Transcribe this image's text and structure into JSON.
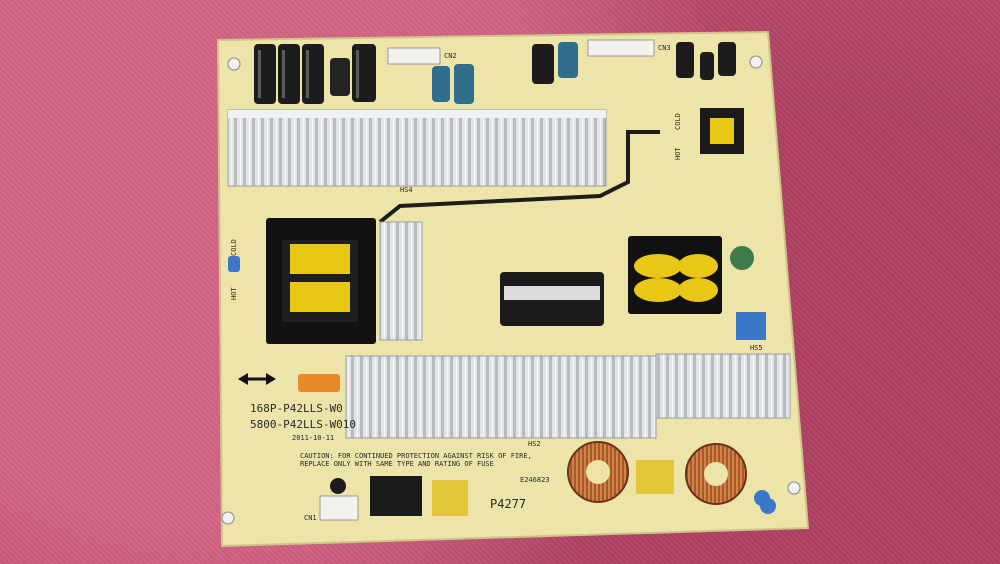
{
  "board": {
    "model_line1": "168P-P42LLS-W0",
    "model_line2": "5800-P42LLS-W010",
    "hot_label": "HOT",
    "cold_label": "COLD",
    "hot_label_right": "HOT",
    "cold_label_right": "COLD",
    "caution_line1": "CAUTION: FOR CONTINUED PROTECTION AGAINST RISK OF FIRE,",
    "caution_line2": "REPLACE ONLY WITH SAME TYPE AND RATING OF FUSE",
    "part_code": "P4277",
    "cert_number": "E246823",
    "cn1": "CN1",
    "cn2": "CN2",
    "cn3": "CN3",
    "hs2": "HS2",
    "hs4": "HS4",
    "hs5": "HS5",
    "date_code": "2011-10-11"
  },
  "colors": {
    "pcb": "#ece4a8",
    "heatsink": "#d9dadc",
    "capacitor_black": "#1c1c1c",
    "capacitor_blue": "#2f6f8c",
    "transformer_yellow": "#e9c716",
    "copper_coil": "#b2632d",
    "fuse_orange": "#e98a2a"
  },
  "icons": [
    "left-right-arrow-icon"
  ]
}
